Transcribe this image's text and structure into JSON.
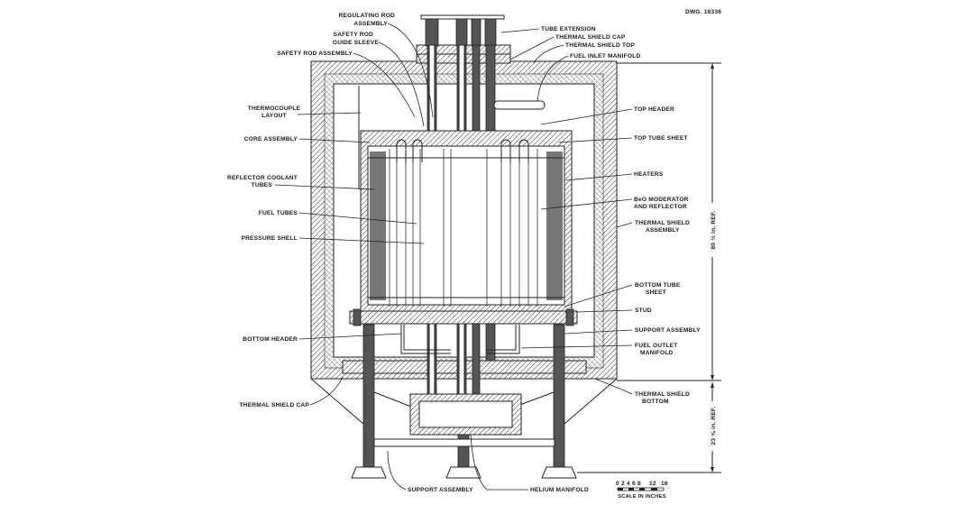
{
  "drawing_number": "DWG. 16336",
  "labels_left": {
    "regulating_rod": [
      "REGULATING ROD",
      "ASSEMBLY"
    ],
    "safety_rod_sleeve": [
      "SAFETY ROD",
      "GUIDE SLEEVE"
    ],
    "safety_rod_assembly": "SAFETY ROD ASSEMBLY",
    "thermocouple": [
      "THERMOCOUPLE",
      "LAYOUT"
    ],
    "core_assembly": "CORE ASSEMBLY",
    "reflector_tubes": [
      "REFLECTOR COOLANT",
      "TUBES"
    ],
    "fuel_tubes": "FUEL TUBES",
    "pressure_shell": "PRESSURE SHELL",
    "bottom_header": "BOTTOM HEADER",
    "thermal_shield_cap": "THERMAL SHIELD CAP"
  },
  "labels_top": {
    "tube_extension": "TUBE EXTENSION",
    "thermal_shield_cap": "THERMAL SHIELD CAP",
    "thermal_shield_top": "THERMAL SHIELD TOP",
    "fuel_inlet_manifold": "FUEL INLET MANIFOLD"
  },
  "labels_right": {
    "top_header": "TOP HEADER",
    "top_tube_sheet": "TOP TUBE SHEET",
    "heaters": "HEATERS",
    "beo": [
      "BeO MODERATOR",
      "AND REFLECTOR"
    ],
    "thermal_shield_assembly": [
      "THERMAL SHIELD",
      "ASSEMBLY"
    ],
    "bottom_tube_sheet": [
      "BOTTOM TUBE",
      "SHEET"
    ],
    "stud": "STUD",
    "support_assembly": "SUPPORT ASSEMBLY",
    "fuel_outlet": [
      "FUEL OUTLET",
      "MANIFOLD"
    ],
    "thermal_shield_bottom": [
      "THERMAL SHIELD",
      "BOTTOM"
    ]
  },
  "labels_bottom": {
    "support_assembly": "SUPPORT ASSEMBLY",
    "helium_manifold": "HELIUM MANIFOLD"
  },
  "dimensions": {
    "upper": "80 ½ in. REF.",
    "lower": "23 ⅝ in. REF."
  },
  "scale": {
    "ticks": [
      "0",
      "2",
      "4",
      "6",
      "8",
      "12",
      "16"
    ],
    "label": "SCALE IN INCHES"
  }
}
